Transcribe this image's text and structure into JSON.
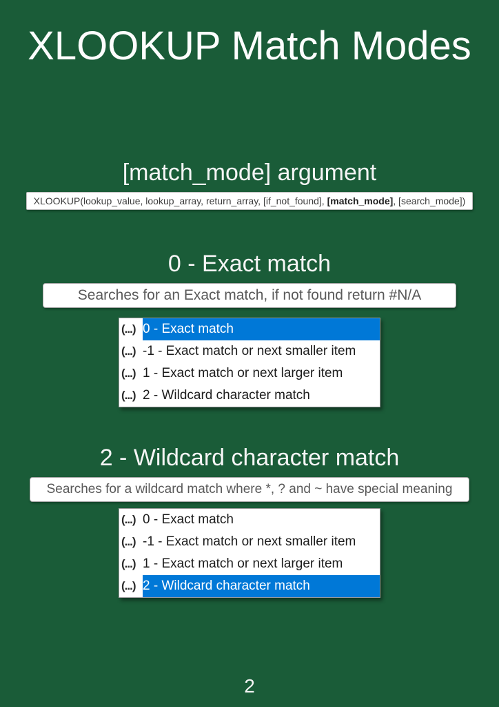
{
  "page": {
    "title": "XLOOKUP Match Modes",
    "page_number": "2"
  },
  "colors": {
    "background_green": "#1a5c38",
    "selection_blue": "#0078d7",
    "panel_white": "#ffffff",
    "description_gray": "#595959"
  },
  "dropdown_icon": "(...)",
  "argument_section": {
    "heading": "[match_mode] argument",
    "syntax_prefix": "XLOOKUP(lookup_value, lookup_array, return_array, [if_not_found], ",
    "syntax_bold": "[match_mode]",
    "syntax_suffix": ", [search_mode])"
  },
  "exact_section": {
    "heading": "0 - Exact match",
    "description": "Searches for an Exact match, if not found return #N/A",
    "dropdown_items": [
      {
        "label": "0 - Exact match",
        "selected": true
      },
      {
        "label": "-1 - Exact match or next smaller item",
        "selected": false
      },
      {
        "label": "1 - Exact match or next larger item",
        "selected": false
      },
      {
        "label": "2 - Wildcard character match",
        "selected": false
      }
    ]
  },
  "wildcard_section": {
    "heading": "2 - Wildcard character match",
    "description": "Searches for a wildcard match where *, ? and ~ have special meaning",
    "dropdown_items": [
      {
        "label": "0 - Exact match",
        "selected": false
      },
      {
        "label": "-1 - Exact match or next smaller item",
        "selected": false
      },
      {
        "label": "1 - Exact match or next larger item",
        "selected": false
      },
      {
        "label": "2 - Wildcard character match",
        "selected": true
      }
    ]
  }
}
